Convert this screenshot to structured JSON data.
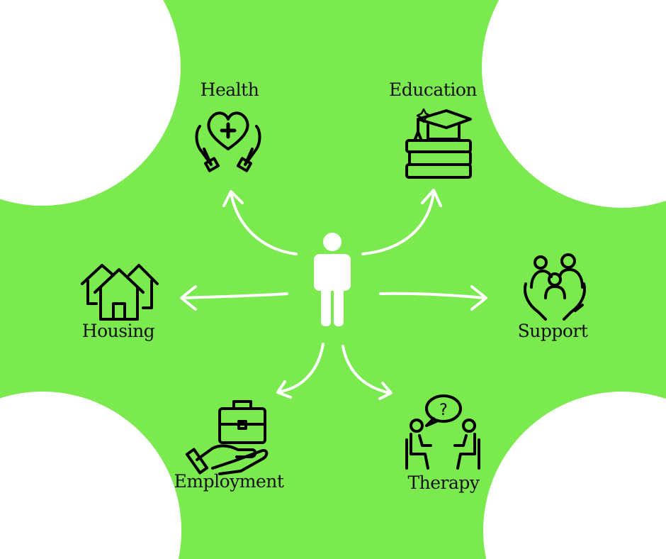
{
  "colors": {
    "background": "#7aea4f",
    "corners": "#ffffff",
    "icons": "#000000",
    "arrows": "#ffffff"
  },
  "center": {
    "icon": "person-icon"
  },
  "nodes": [
    {
      "label": "Health",
      "icon": "heart-hands-icon"
    },
    {
      "label": "Education",
      "icon": "graduation-books-icon"
    },
    {
      "label": "Housing",
      "icon": "houses-icon"
    },
    {
      "label": "Support",
      "icon": "family-hands-icon"
    },
    {
      "label": "Employment",
      "icon": "briefcase-hand-icon"
    },
    {
      "label": "Therapy",
      "icon": "counseling-icon"
    }
  ]
}
